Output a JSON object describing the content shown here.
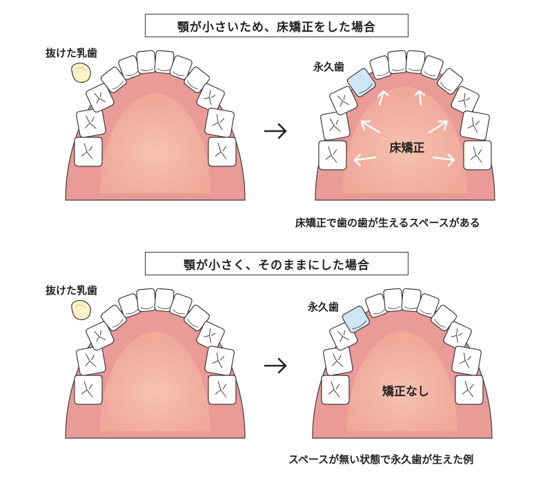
{
  "colors": {
    "gum": "#ea9a97",
    "palate": "#f2b3a4",
    "palate_center": "#f6c2b0",
    "tooth_stroke": "#3a3a3a",
    "tooth_fill": "#ffffff",
    "baby_tooth": "#fbf3c6",
    "permanent_tooth": "#cfe6f5",
    "arrow_white": "#ffffff"
  },
  "top": {
    "title": "顎が小さいため、床矯正をした場合",
    "baby_tooth_label": "抜けた乳歯",
    "permanent_label": "永久歯",
    "arch_label": "床矯正",
    "caption": "床矯正で歯の歯が生えるスペースがある"
  },
  "bottom": {
    "title": "顎が小さく、そのままにした場合",
    "baby_tooth_label": "抜けた乳歯",
    "permanent_label": "永久歯",
    "arch_label": "矯正なし",
    "caption": "スペースが無い状態で永久歯が生えた例"
  }
}
